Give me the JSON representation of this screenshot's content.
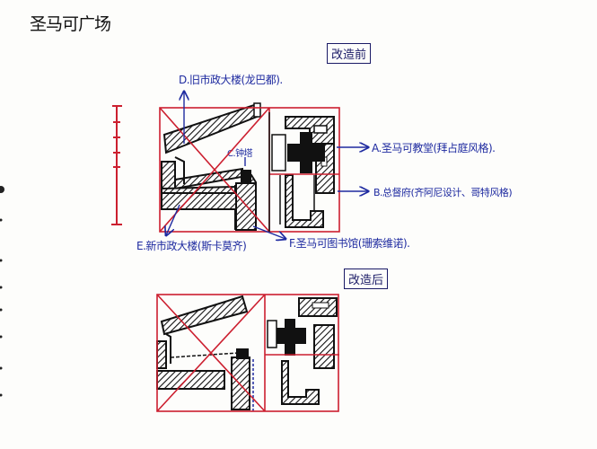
{
  "title": "圣马可广场",
  "before": {
    "tag": "改造前",
    "labels": {
      "A": "A.圣马可教堂(拜占庭风格).",
      "B": "B.总督府(齐阿尼设计、哥特风格)",
      "C": "C.钟塔",
      "D": "D.旧市政大楼(龙巴都).",
      "E": "E.新市政大楼(斯卡莫齐)",
      "F": "F.圣马可图书馆(珊索维诺)."
    }
  },
  "after": {
    "tag": "改造后"
  },
  "colors": {
    "ink": "#111111",
    "label_blue": "#1e2aa0",
    "red_guide": "#cc1f2f",
    "paper": "#fdfdfb"
  }
}
